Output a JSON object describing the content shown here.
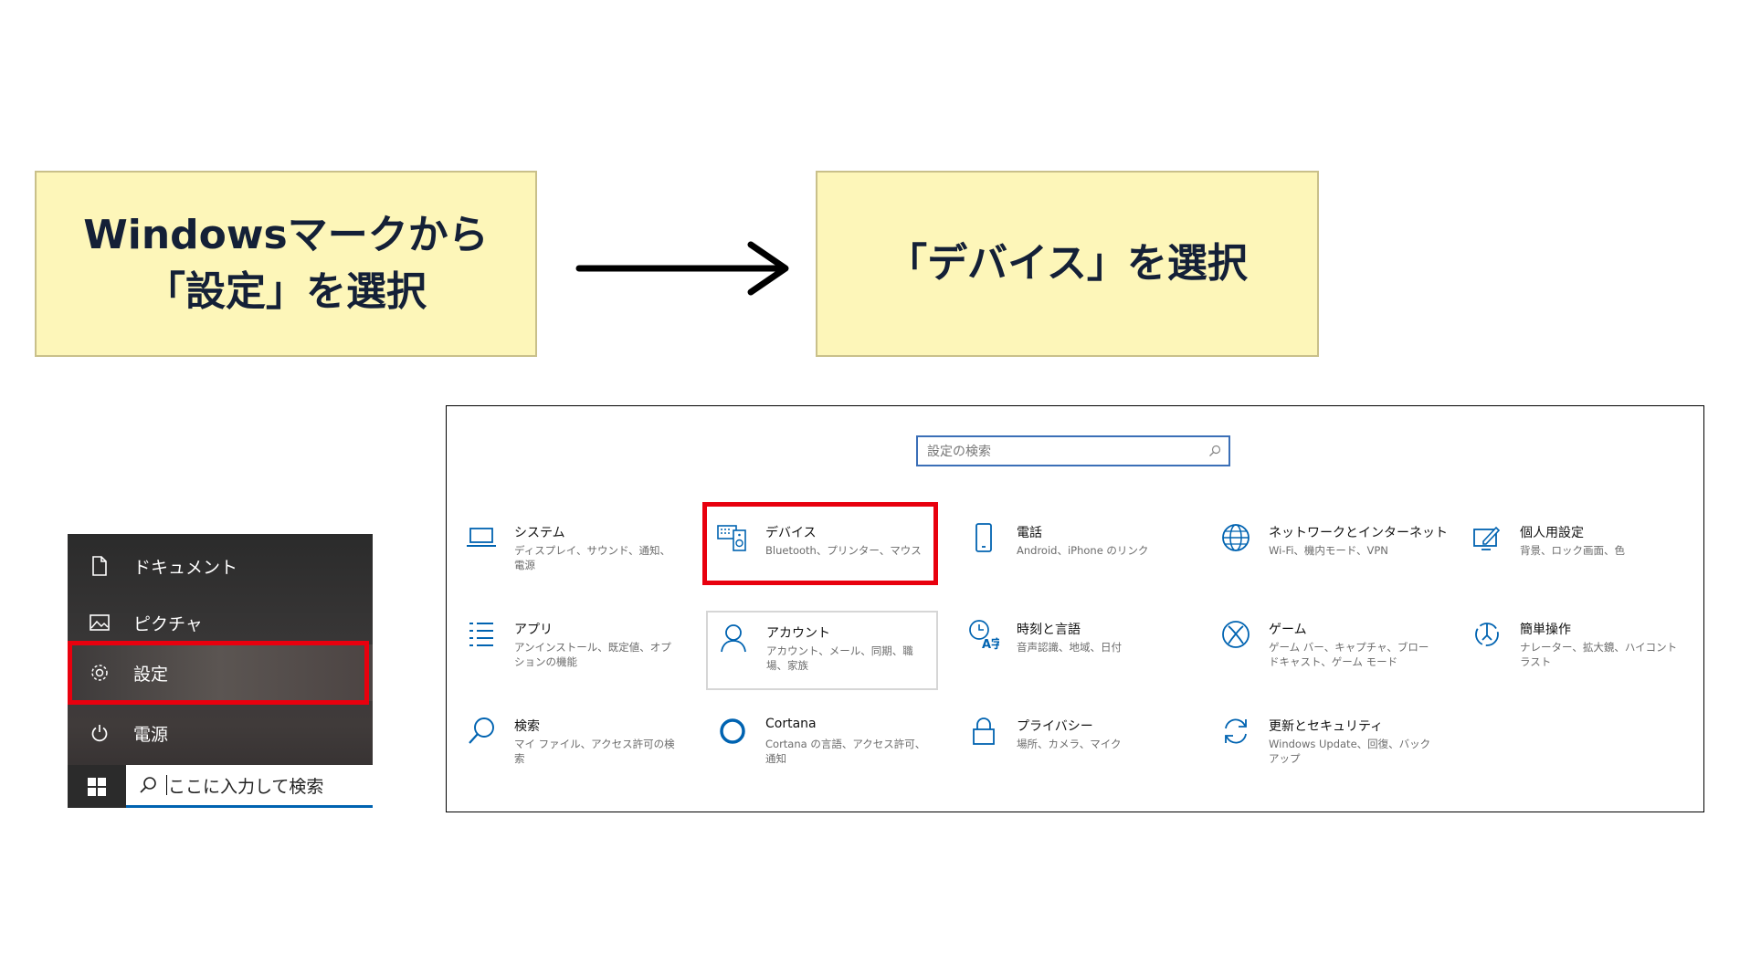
{
  "steps": {
    "step1_line1": "Windowsマークから",
    "step1_line2": "「設定」を選択",
    "step2": "「デバイス」を選択"
  },
  "start_menu": {
    "items": [
      {
        "label": "ドキュメント",
        "icon": "document-icon"
      },
      {
        "label": "ピクチャ",
        "icon": "picture-icon"
      },
      {
        "label": "設定",
        "icon": "gear-icon"
      },
      {
        "label": "電源",
        "icon": "power-icon"
      }
    ],
    "highlighted": "設定",
    "search_text": "ここに入力して検索"
  },
  "settings_window": {
    "search_placeholder": "設定の検索",
    "highlighted": "デバイス",
    "tiles": [
      {
        "name": "システム",
        "desc": "ディスプレイ、サウンド、通知、電源",
        "icon": "laptop-icon"
      },
      {
        "name": "デバイス",
        "desc": "Bluetooth、プリンター、マウス",
        "icon": "devices-icon"
      },
      {
        "name": "電話",
        "desc": "Android、iPhone のリンク",
        "icon": "phone-icon"
      },
      {
        "name": "ネットワークとインターネット",
        "desc": "Wi-Fi、機内モード、VPN",
        "icon": "globe-icon"
      },
      {
        "name": "個人用設定",
        "desc": "背景、ロック画面、色",
        "icon": "personalization-icon"
      },
      {
        "name": "アプリ",
        "desc": "アンインストール、既定値、オプションの機能",
        "icon": "apps-list-icon"
      },
      {
        "name": "アカウント",
        "desc": "アカウント、メール、同期、職場、家族",
        "icon": "person-icon"
      },
      {
        "name": "時刻と言語",
        "desc": "音声認識、地域、日付",
        "icon": "time-language-icon"
      },
      {
        "name": "ゲーム",
        "desc": "ゲーム バー、キャプチャ、ブロードキャスト、ゲーム モード",
        "icon": "xbox-icon"
      },
      {
        "name": "簡単操作",
        "desc": "ナレーター、拡大鏡、ハイコントラスト",
        "icon": "ease-of-access-icon"
      },
      {
        "name": "検索",
        "desc": "マイ ファイル、アクセス許可の検索",
        "icon": "search-icon"
      },
      {
        "name": "Cortana",
        "desc": "Cortana の言語、アクセス許可、通知",
        "icon": "cortana-icon"
      },
      {
        "name": "プライバシー",
        "desc": "場所、カメラ、マイク",
        "icon": "lock-icon"
      },
      {
        "name": "更新とセキュリティ",
        "desc": "Windows Update、回復、バックアップ",
        "icon": "update-icon"
      }
    ]
  },
  "colors": {
    "box_fill": "#fdf6b9",
    "highlight": "#e8000e",
    "icon_blue": "#0063b1",
    "text_dark": "#142037"
  }
}
